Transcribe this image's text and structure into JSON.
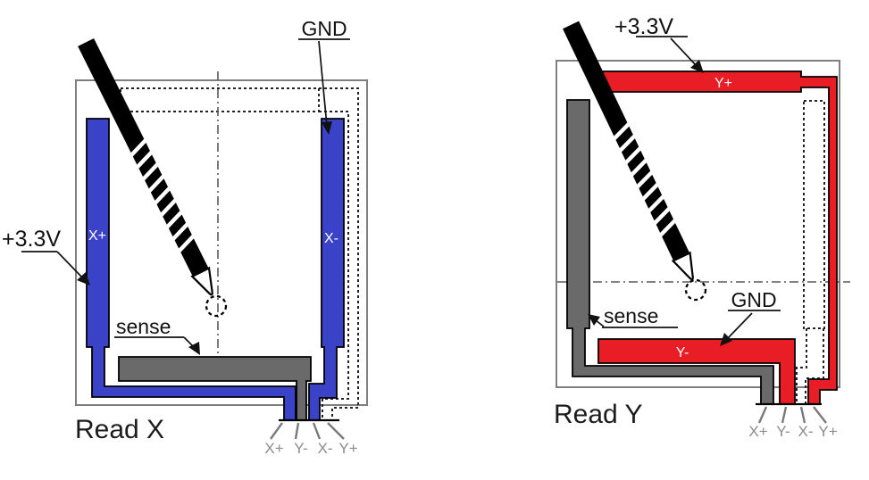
{
  "colors": {
    "x_electrode_blue": "#3a43c8",
    "y_electrode_red": "#e81d25",
    "sense_gray": "#6a6a6a",
    "pin_label_gray": "#8c8c8c"
  },
  "read_x": {
    "title": "Read X",
    "supply_label": "+3.3V",
    "ground_label": "GND",
    "sense_label": "sense",
    "left_electrode": "X+",
    "right_electrode": "X-",
    "pins": [
      "X+",
      "Y-",
      "X-",
      "Y+"
    ]
  },
  "read_y": {
    "title": "Read Y",
    "supply_label": "+3.3V",
    "ground_label": "GND",
    "sense_label": "sense",
    "top_electrode": "Y+",
    "bottom_electrode": "Y-",
    "pins": [
      "X+",
      "Y-",
      "X-",
      "Y+"
    ]
  }
}
